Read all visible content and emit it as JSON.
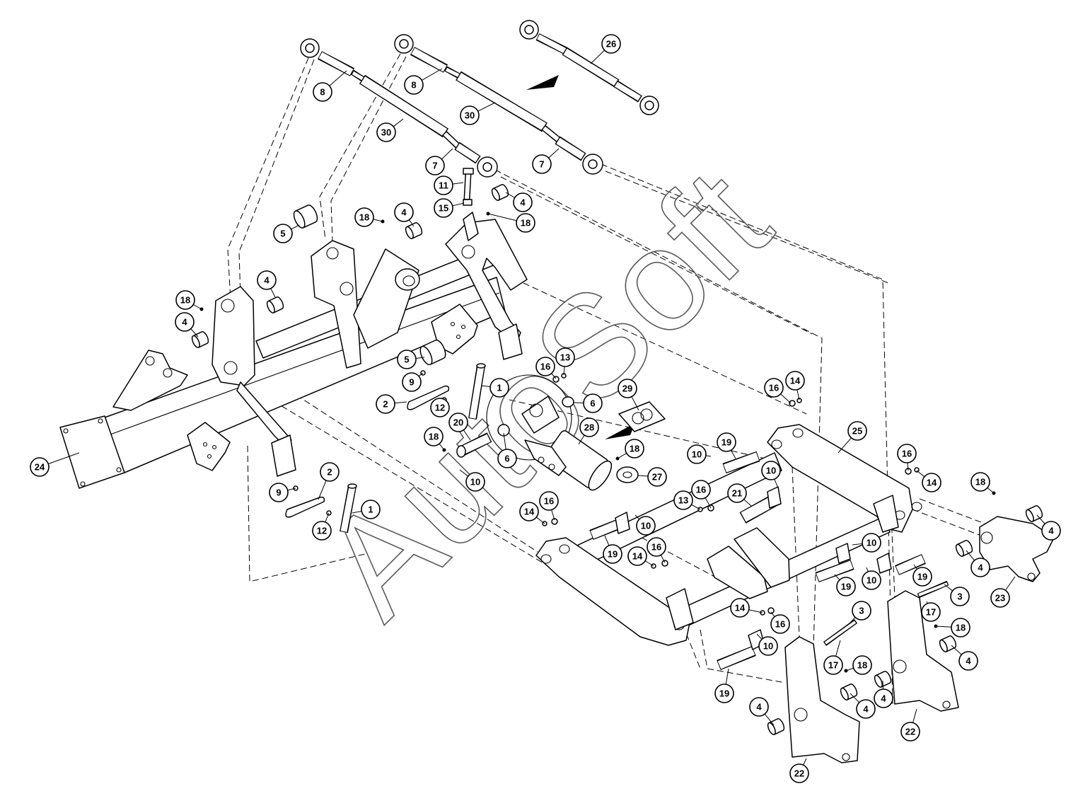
{
  "watermark": "AutoSoft",
  "callouts": [
    "26",
    "8",
    "8",
    "30",
    "30",
    "7",
    "7",
    "11",
    "15",
    "4",
    "18",
    "4",
    "18",
    "5",
    "4",
    "18",
    "4",
    "5",
    "9",
    "2",
    "1",
    "16",
    "13",
    "6",
    "29",
    "12",
    "20",
    "18",
    "28",
    "6",
    "10",
    "18",
    "27",
    "24",
    "2",
    "9",
    "1",
    "12",
    "14",
    "16",
    "10",
    "19",
    "14",
    "16",
    "16",
    "14",
    "25",
    "10",
    "19",
    "10",
    "16",
    "13",
    "21",
    "16",
    "14",
    "18",
    "4",
    "4",
    "23",
    "10",
    "10",
    "19",
    "19",
    "3",
    "17",
    "18",
    "14",
    "16",
    "3",
    "10",
    "17",
    "18",
    "4",
    "19",
    "4",
    "4",
    "4",
    "22",
    "22"
  ],
  "colors": {
    "line": "#000000",
    "background": "#ffffff",
    "watermark": "#5a5a5a"
  }
}
